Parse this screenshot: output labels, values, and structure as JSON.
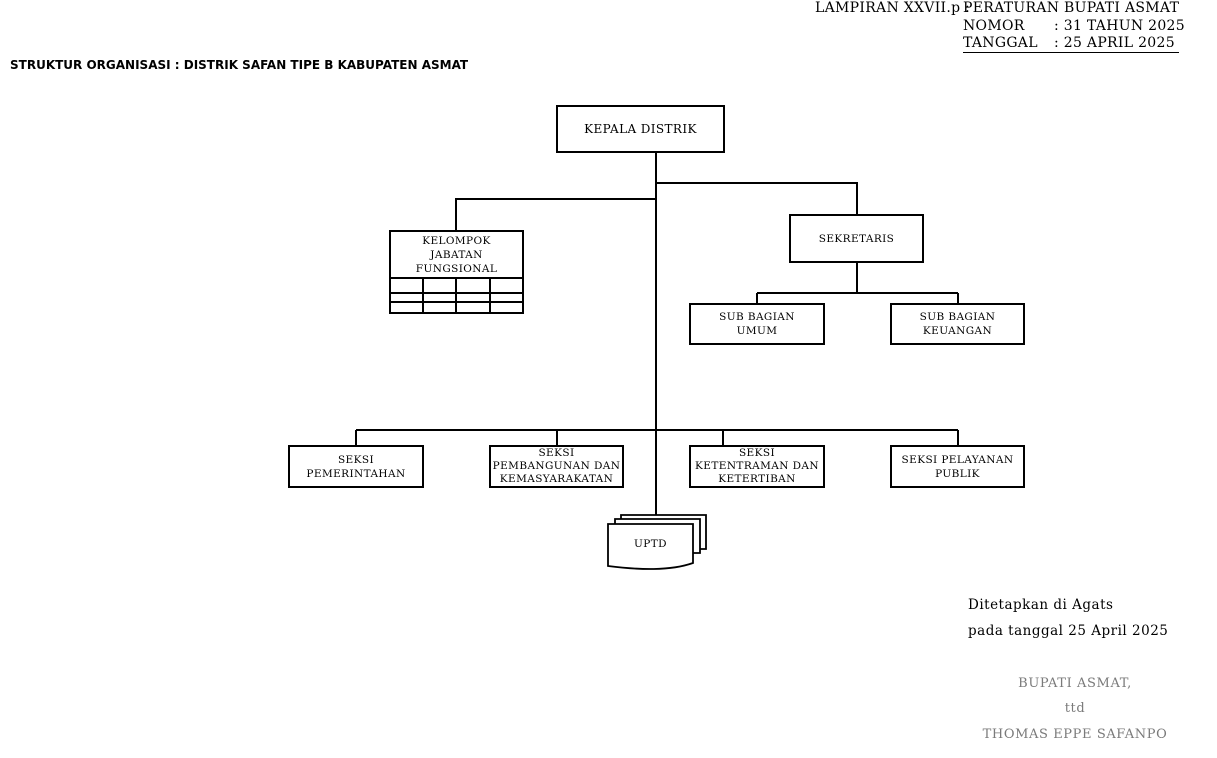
{
  "header": {
    "lampiran_label": "LAMPIRAN XXVII.p :",
    "lampiran_value": "PERATURAN BUPATI ASMAT",
    "nomor_label": "NOMOR",
    "nomor_value": ": 31 TAHUN 2025",
    "tanggal_label": "TANGGAL",
    "tanggal_value": ":   25 APRIL 2025"
  },
  "title": "STRUKTUR ORGANISASI : DISTRIK SAFAN TIPE B KABUPATEN ASMAT",
  "nodes": {
    "kepala": "KEPALA DISTRIK",
    "jabatan": "KELOMPOK\nJABATAN\nFUNGSIONAL",
    "sekretaris": "SEKRETARIS",
    "umum": "SUB BAGIAN\nUMUM",
    "keuangan": "SUB BAGIAN\nKEUANGAN",
    "pemerintahan": "SEKSI\nPEMERINTAHAN",
    "pembangunan": "SEKSI\nPEMBANGUNAN DAN\nKEMASYARAKATAN",
    "ketentraman": "SEKSI\nKETENTRAMAN DAN\nKETERTIBAN",
    "pelayanan": "SEKSI PELAYANAN\nPUBLIK",
    "uptd": "UPTD"
  },
  "footer": {
    "place": "Ditetapkan di Agats",
    "date": "pada tanggal 25 April 2025",
    "position": "BUPATI ASMAT,",
    "signed": "ttd",
    "name": "THOMAS EPPE SAFANPO"
  }
}
